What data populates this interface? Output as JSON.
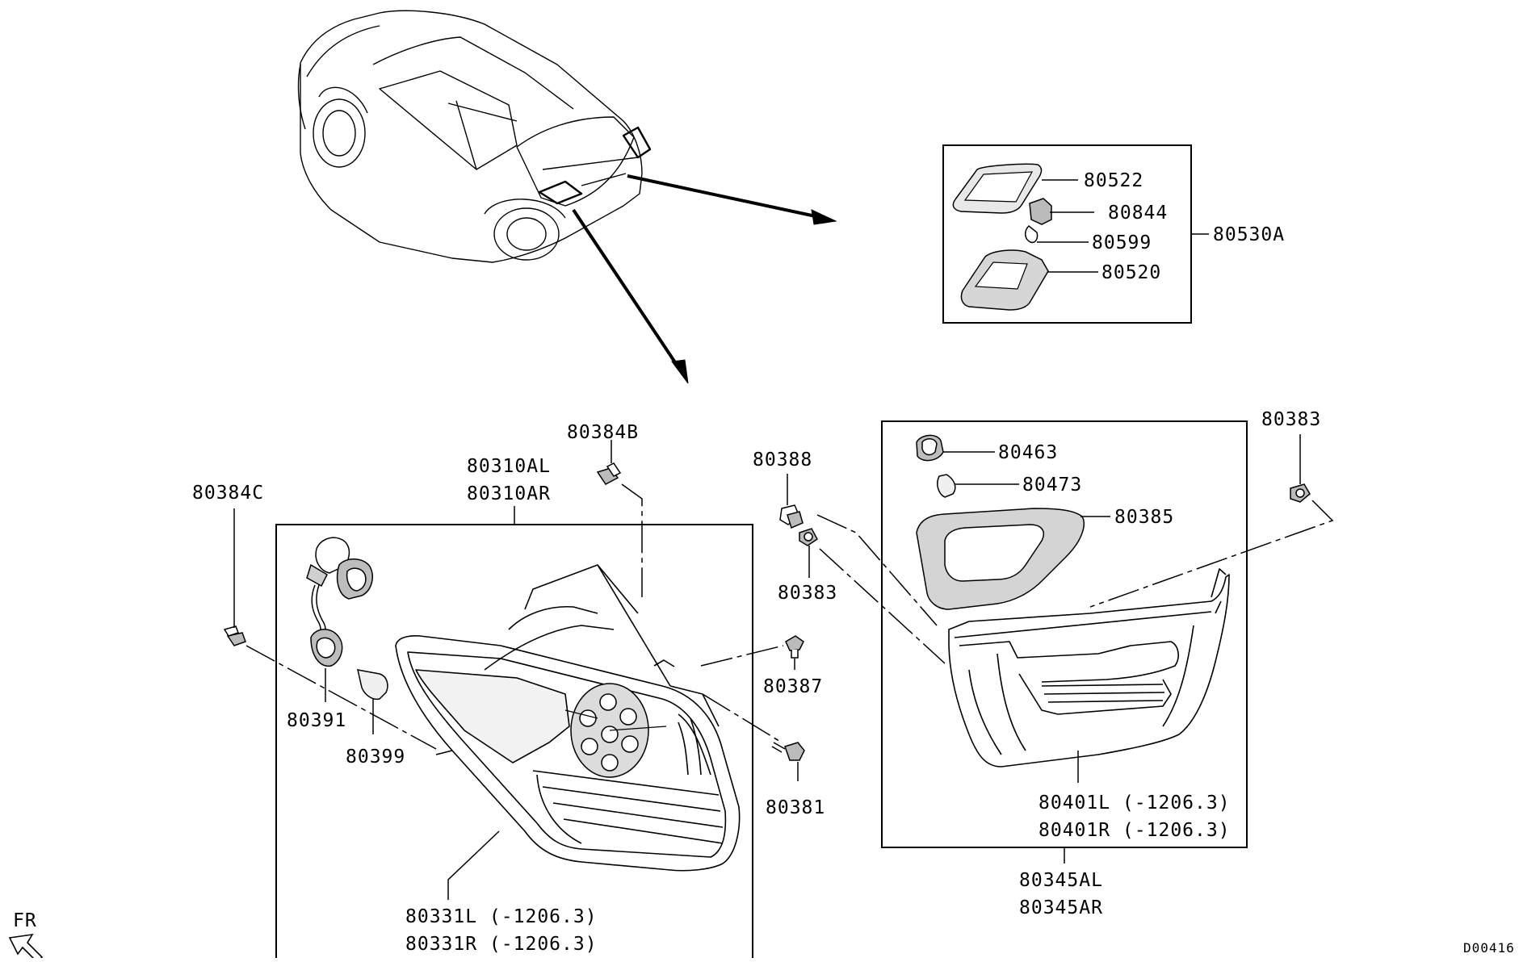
{
  "parts": {
    "p80522": "80522",
    "p80844": "80844",
    "p80599": "80599",
    "p80520": "80520",
    "p80530A": "80530A",
    "p80384B": "80384B",
    "p80310AL": "80310AL",
    "p80310AR": "80310AR",
    "p80384C": "80384C",
    "p80391": "80391",
    "p80399": "80399",
    "p80331L": "80331L (-1206.3)",
    "p80331R": "80331R (-1206.3)",
    "p80388": "80388",
    "p80383_mid": "80383",
    "p80387": "80387",
    "p80381": "80381",
    "p80463": "80463",
    "p80473": "80473",
    "p80385": "80385",
    "p80383_right": "80383",
    "p80401L": "80401L (-1206.3)",
    "p80401R": "80401R (-1206.3)",
    "p80345AL": "80345AL",
    "p80345AR": "80345AR"
  },
  "direction_label": "FR",
  "diagram_code": "D00416"
}
